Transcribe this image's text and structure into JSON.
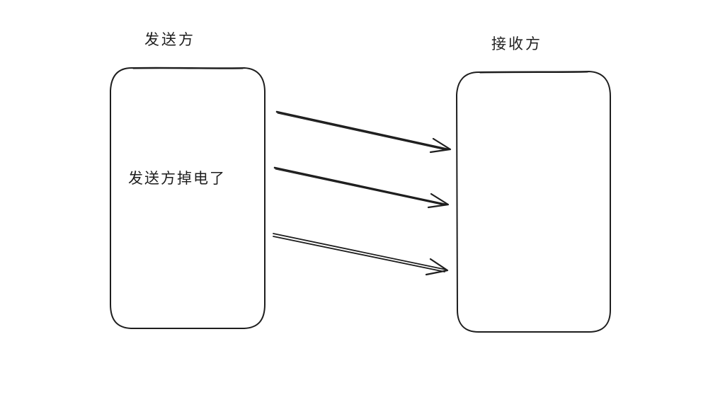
{
  "sender": {
    "title": "发送方",
    "note": "发送方掉电了"
  },
  "receiver": {
    "title": "接收方"
  },
  "arrows": [
    {
      "from": "sender",
      "to": "receiver"
    },
    {
      "from": "sender",
      "to": "receiver"
    },
    {
      "from": "sender",
      "to": "receiver"
    }
  ],
  "colors": {
    "stroke": "#1e1e1e",
    "background": "#ffffff"
  }
}
